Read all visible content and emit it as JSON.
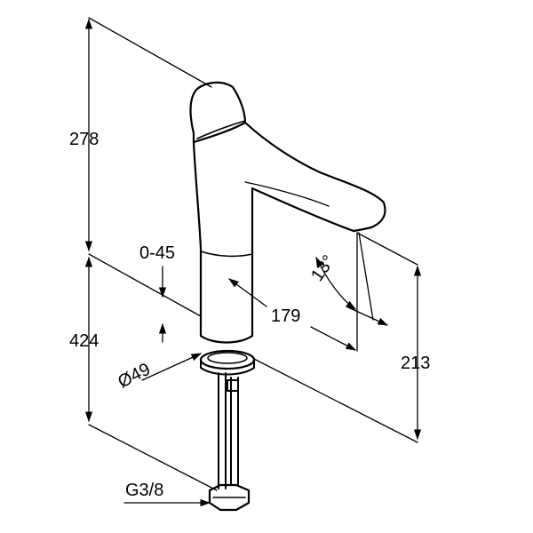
{
  "drawing": {
    "colors": {
      "line": "#000000",
      "background": "#ffffff"
    },
    "dimensions": {
      "height_upper": "278",
      "height_total": "424",
      "adjust_range": "0-45",
      "spout_reach": "179",
      "spout_height": "213",
      "angle": "13°",
      "base_diameter": "Ø49",
      "connection": "G3/8"
    }
  }
}
